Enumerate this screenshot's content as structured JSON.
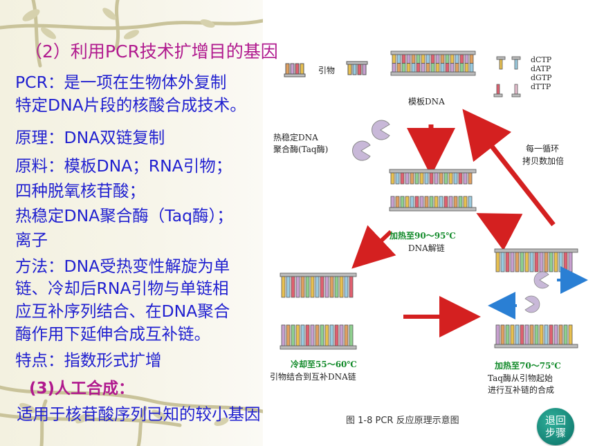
{
  "slide": {
    "title": "（2）利用PCR技术扩增目的基因",
    "pcr_def_line1": "PCR：是一项在生物体外复制",
    "pcr_def_line2": "特定DNA片段的核酸合成技术。",
    "principle": "原理：DNA双链复制",
    "material_line1": "原料：模板DNA；RNA引物；",
    "material_line2": "四种脱氧核苷酸；",
    "material_line3": "热稳定DNA聚合酶（Taq酶）；",
    "material_line4": "离子",
    "method_line1": "方法：DNA受热变性解旋为单",
    "method_line2": "链、冷却后RNA引物与单链相",
    "method_line3": "应互补序列结合、在DNA聚合",
    "method_line4": "酶作用下延伸合成互补链。",
    "feature": "特点：指数形式扩增",
    "section3_title": "(3)人工合成：",
    "section3_text": "适用于核苷酸序列已知的较小基因"
  },
  "diagram": {
    "primer_label": "引物",
    "template_label": "模板DNA",
    "nucleotides": [
      "dCTP",
      "dATP",
      "dGTP",
      "dTTP"
    ],
    "enzyme_label_line1": "热稳定DNA",
    "enzyme_label_line2": "聚合酶(Taq酶)",
    "cycle_label_line1": "每一循环",
    "cycle_label_line2": "拷贝数加倍",
    "denature_label": "加热至90～95℃",
    "denature_sub": "DNA解链",
    "anneal_label": "冷却至55～60℃",
    "anneal_sub": "引物结合到互补DNA链",
    "extend_label": "加热至70～75℃",
    "extend_sub_line1": "Taq酶从引物起始",
    "extend_sub_line2": "进行互补链的合成",
    "caption": "图 1-8   PCR 反应原理示意图"
  },
  "nav": {
    "back_line1": "退回",
    "back_line2": "步骤"
  },
  "colors": {
    "title": "#b0198e",
    "body_text": "#1f1fd0",
    "highlight": "#128a2a",
    "arrow": "#d42020",
    "button": "#0f8a7c"
  }
}
